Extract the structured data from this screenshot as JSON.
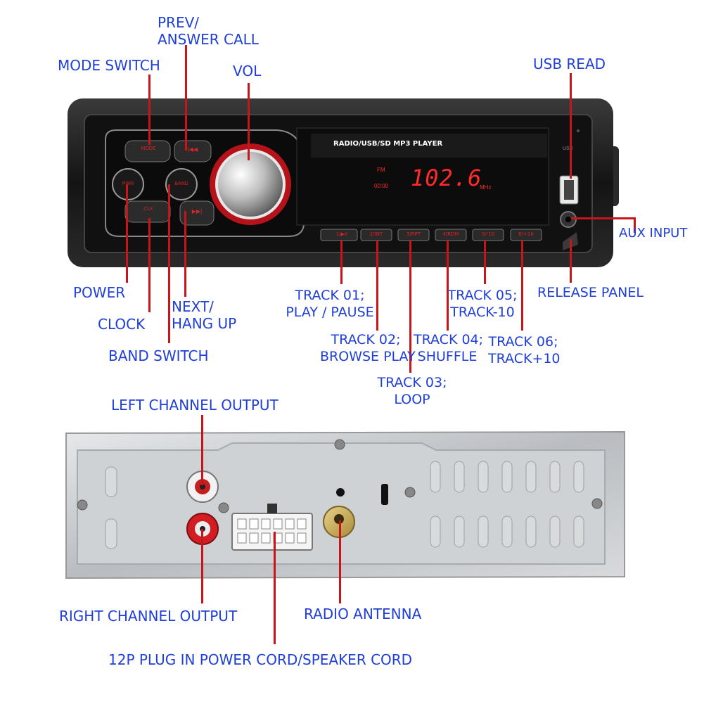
{
  "front": {
    "screen_title": "RADIO/USB/SD MP3 PLAYER",
    "frequency": "102.6",
    "unit": "MHz",
    "band": "FM",
    "clock": "00:00",
    "usb_port_text": "USB",
    "buttons": {
      "mode": "MODE",
      "power": "PWR",
      "clock": "CLK",
      "prev": "|◀◀",
      "band": "BAND",
      "next": "▶▶|",
      "preset_1": "1/▶II",
      "preset_2": "2/INT",
      "preset_3": "3/RPT",
      "preset_4": "4/RDM",
      "preset_5": "5/-10",
      "preset_6": "6/+10"
    }
  },
  "labels": {
    "mode_switch": "MODE SWITCH",
    "prev_answer": [
      "PREV/",
      "ANSWER CALL"
    ],
    "vol": "VOL",
    "usb_read": "USB READ",
    "aux_input": "AUX INPUT",
    "power": "POWER",
    "clock": "CLOCK",
    "next_hang": [
      "NEXT/",
      "HANG UP"
    ],
    "band_switch": "BAND SWITCH",
    "track01": [
      "TRACK 01;",
      "PLAY / PAUSE"
    ],
    "track02": [
      "TRACK 02;",
      "BROWSE PLAY"
    ],
    "track03": [
      "TRACK 03;",
      "LOOP"
    ],
    "track04": [
      "TRACK 04;",
      "SHUFFLE"
    ],
    "track05": [
      "TRACK 05;",
      "TRACK-10"
    ],
    "track06": [
      "TRACK 06;",
      "TRACK+10"
    ],
    "release_panel": "RELEASE PANEL",
    "left_channel": "LEFT CHANNEL OUTPUT",
    "right_channel": "RIGHT CHANNEL OUTPUT",
    "radio_antenna": "RADIO ANTENNA",
    "plug": "12P PLUG IN POWER CORD/SPEAKER CORD"
  },
  "colors": {
    "label_text": "#1f3fd8",
    "leader_line": "#c8151b",
    "display_red": "#ff2a2a",
    "panel_dark": "#1a1a1a",
    "metal": "#c9ccd0"
  }
}
